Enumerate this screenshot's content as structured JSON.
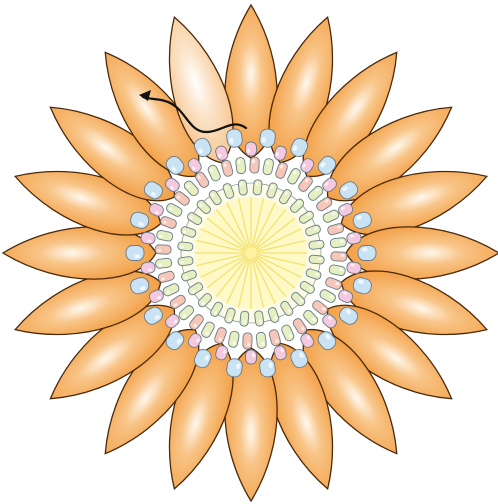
{
  "diagram": {
    "petal_count": 20,
    "rings": [
      {
        "name": "outer-bead-ring",
        "count": 44,
        "colors": [
          "#c9e3f5",
          "#f4c9e0"
        ]
      },
      {
        "name": "inner-bead-ring",
        "count": 40,
        "colors": [
          "#f6c7b8",
          "#e8f0c4"
        ]
      },
      {
        "name": "center-bead-ring",
        "count": 28,
        "colors": [
          "#e5efc2"
        ]
      }
    ],
    "center_ray_count": 28,
    "has_thread_arrow": true
  },
  "colors": {
    "petal_fill": "#f29a3c",
    "petal_highlight": "#fff8ee",
    "petal_outline": "#4a2a0c",
    "highlighted_petal_fill": "#f6c38a",
    "blue_bead": "#c9e3f5",
    "pink_bead": "#f4c9e0",
    "salmon_bead": "#f6c7b8",
    "green_bead": "#e5efc2",
    "center": "#fff9c8",
    "center_rays": "#f3e26e",
    "bead_outline": "#6a7a86",
    "thread": "#111111"
  },
  "icons": {
    "arrow": "curved-thread-arrow"
  }
}
